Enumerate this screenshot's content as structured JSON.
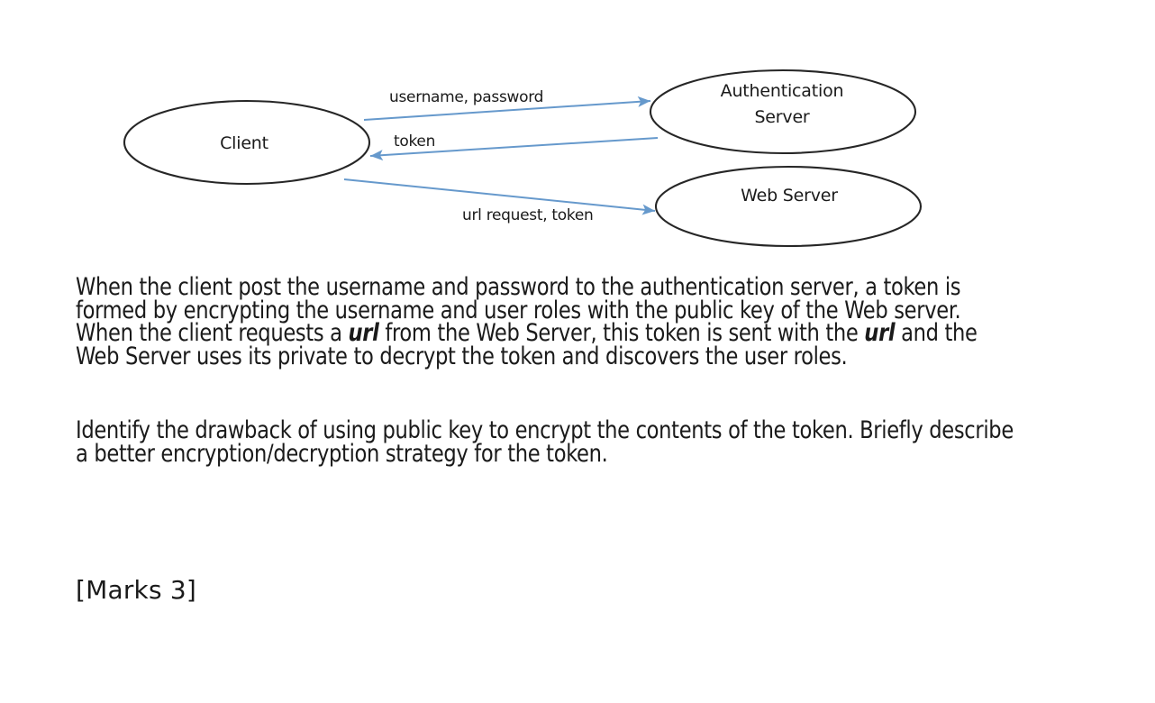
{
  "diagram": {
    "type": "flow-diagram",
    "nodes": [
      {
        "id": "client",
        "label": "Client",
        "label_lines": [
          "Client"
        ]
      },
      {
        "id": "auth-server",
        "label": "Authentication Server",
        "label_lines": [
          "Authentication",
          "Server"
        ]
      },
      {
        "id": "web-server",
        "label": "Web Server",
        "label_lines": [
          "Web Server"
        ]
      }
    ],
    "edges": [
      {
        "id": "edge-credentials",
        "from": "client",
        "to": "auth-server",
        "label": "username, password"
      },
      {
        "id": "edge-token",
        "from": "auth-server",
        "to": "client",
        "label": "token"
      },
      {
        "id": "edge-url-request",
        "from": "client",
        "to": "web-server",
        "label": "url request, token"
      }
    ],
    "colors": {
      "node_stroke": "#262626",
      "node_fill": "#ffffff",
      "edge_stroke": "#6699cc",
      "text": "#1a1a1a"
    }
  },
  "body": {
    "paragraph_1": {
      "segments": [
        {
          "text": "When the client post the username and password to the authentication server, a token is formed by encrypting the username and user roles with the public key of the Web server. When the client requests a ",
          "style": "normal"
        },
        {
          "text": "url",
          "style": "bold-italic"
        },
        {
          "text": " from the Web Server, this token is sent with the ",
          "style": "normal"
        },
        {
          "text": "url",
          "style": "bold-italic"
        },
        {
          "text": " and the Web Server uses its private to decrypt the token and discovers the user roles.",
          "style": "normal"
        }
      ],
      "plain": "When the client post the username and password to the authentication server, a token is formed by encrypting the username and user roles with the public key of the Web server. When the client requests a url from the Web Server, this token is sent with the url and the Web Server uses its private to decrypt the token and discovers the user roles."
    },
    "paragraph_2": {
      "segments": [
        {
          "text": "Identify the drawback of using public key to encrypt the contents of the token. Briefly describe a better encryption/decryption strategy for the token.",
          "style": "normal"
        }
      ],
      "plain": "Identify the drawback of using public key to encrypt the contents of the token. Briefly describe a better encryption/decryption strategy for the token."
    },
    "marks": "[Marks 3]"
  }
}
